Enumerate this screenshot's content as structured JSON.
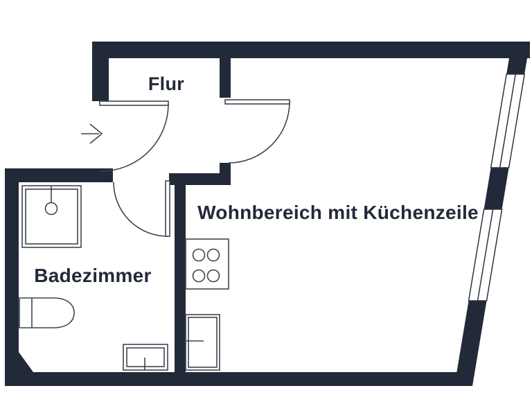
{
  "floorplan": {
    "rooms": {
      "flur": {
        "label": "Flur"
      },
      "badezimmer": {
        "label": "Badezimmer"
      },
      "wohnbereich": {
        "label": "Wohnbereich mit Küchenzeile"
      }
    },
    "doors": [
      "entrance-door",
      "living-room-door",
      "bathroom-door"
    ],
    "windows": [
      "window-right-upper",
      "window-right-lower"
    ],
    "fixtures": [
      "shower",
      "toilet",
      "bathroom-sink",
      "stove",
      "kitchen-sink"
    ],
    "icons": {
      "entry_arrow": "arrow-right"
    },
    "colors": {
      "wall": "#222938",
      "fixture_line": "#3d4450",
      "background": "#ffffff",
      "label_text": "#222938"
    }
  }
}
